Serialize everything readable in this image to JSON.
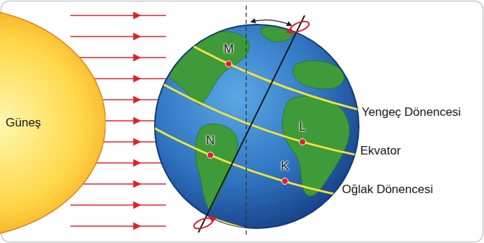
{
  "diagram": {
    "nodes": [
      {
        "text": [
          "Güneş"
        ]
      }
    ],
    "labels": [
      "M",
      "N",
      "L",
      "K",
      "Yengeç Dönencesi",
      "Ekvator",
      "Oğlak Dönencesi"
    ]
  }
}
